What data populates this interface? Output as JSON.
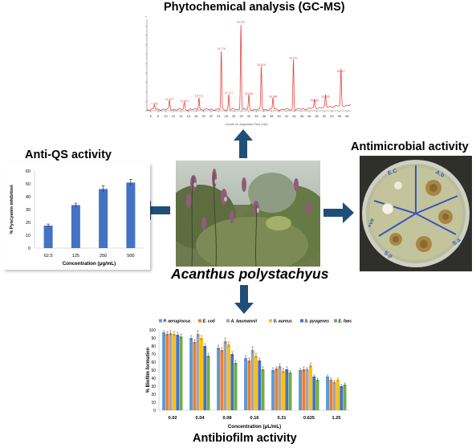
{
  "center": {
    "species_label": "Acanthus polystachyus"
  },
  "titles": {
    "top": "Phytochemical analysis (GC-MS)",
    "left": "Anti-QS activity",
    "right": "Antimicrobial activity",
    "bottom": "Antibiofilm activity"
  },
  "colors": {
    "arrow": "#1f4e79",
    "gcms_trace": "#e8433f"
  },
  "chart_data": [
    {
      "id": "gcms",
      "type": "line",
      "xlabel": "Counts vs. Acquisition Time (min)",
      "ylabel": "",
      "x_ticks": [
        "6",
        "8",
        "10",
        "12",
        "14",
        "16",
        "18",
        "20",
        "22",
        "24",
        "26",
        "28",
        "30",
        "32",
        "34",
        "36",
        "38",
        "40",
        "42",
        "44",
        "46",
        "48",
        "50",
        "52",
        "54",
        "56",
        "58"
      ],
      "xlim": [
        5,
        59
      ],
      "peaks": [
        {
          "x": 7.0,
          "y": 0.05,
          "label": "7.050"
        },
        {
          "x": 11.0,
          "y": 0.1,
          "label": "10.577"
        },
        {
          "x": 14.9,
          "y": 0.08,
          "label": "14.904"
        },
        {
          "x": 18.8,
          "y": 0.14,
          "label": "18.711"
        },
        {
          "x": 24.7,
          "y": 0.66,
          "label": "24.776"
        },
        {
          "x": 26.7,
          "y": 0.17,
          "label": "27.177"
        },
        {
          "x": 29.9,
          "y": 0.96,
          "label": "30.247"
        },
        {
          "x": 32.0,
          "y": 0.16,
          "label": "32.028"
        },
        {
          "x": 35.3,
          "y": 0.48,
          "label": "35.825"
        },
        {
          "x": 38.4,
          "y": 0.13,
          "label": "38.386"
        },
        {
          "x": 43.8,
          "y": 0.56,
          "label": "43.911"
        },
        {
          "x": 49.4,
          "y": 0.09,
          "label": "49.434"
        },
        {
          "x": 52.3,
          "y": 0.13,
          "label": "51.939"
        },
        {
          "x": 56.4,
          "y": 0.41,
          "label": "56.407"
        }
      ]
    },
    {
      "id": "anti_qs",
      "type": "bar",
      "categories": [
        "62.5",
        "125",
        "250",
        "500"
      ],
      "values": [
        17.5,
        33.5,
        46,
        51
      ],
      "errors": [
        1.2,
        1.5,
        2.5,
        2.5
      ],
      "ylim": [
        0,
        60
      ],
      "y_ticks": [
        "0",
        "10",
        "20",
        "30",
        "40",
        "50",
        "60"
      ],
      "xlabel": "Concentration (μg/mL)",
      "ylabel": "% Pyocyanin inhibition",
      "color": "#4472c4"
    },
    {
      "id": "antibiofilm",
      "type": "bar",
      "categories": [
        "0.02",
        "0.04",
        "0.08",
        "0.16",
        "0.31",
        "0.625",
        "1.25"
      ],
      "series": [
        {
          "name": "P. aeruginosa",
          "color": "#5b9bd5",
          "values": [
            97,
            90,
            78,
            65,
            50,
            50,
            42
          ],
          "errors": [
            2,
            3,
            3,
            3,
            3,
            2,
            2
          ]
        },
        {
          "name": "E. coli",
          "color": "#ed7d31",
          "values": [
            95,
            85,
            75,
            62,
            52,
            51,
            38
          ],
          "errors": [
            3,
            3,
            3,
            3,
            2,
            3,
            2
          ]
        },
        {
          "name": "A. baumannii",
          "color": "#a5a5a5",
          "values": [
            96,
            95,
            86,
            75,
            55,
            51,
            35
          ],
          "errors": [
            3,
            4,
            4,
            4,
            3,
            2,
            2
          ]
        },
        {
          "name": "S. aureus",
          "color": "#ffc000",
          "values": [
            95,
            90,
            82,
            68,
            49,
            56,
            38
          ],
          "errors": [
            3,
            3,
            3,
            3,
            3,
            3,
            2
          ]
        },
        {
          "name": "S. pyogenes",
          "color": "#4472c4",
          "values": [
            94,
            80,
            70,
            62,
            51,
            42,
            30
          ],
          "errors": [
            3,
            3,
            3,
            3,
            3,
            2,
            2
          ]
        },
        {
          "name": "E. faecalis",
          "color": "#70ad47",
          "values": [
            92,
            68,
            59,
            51,
            47,
            38,
            32
          ],
          "errors": [
            3,
            3,
            3,
            3,
            2,
            2,
            2
          ]
        }
      ],
      "ylim": [
        0,
        100
      ],
      "y_ticks": [
        "0",
        "10",
        "20",
        "30",
        "40",
        "50",
        "60",
        "70",
        "80",
        "90",
        "100"
      ],
      "xlabel": "Concentration (μL/mL)",
      "ylabel": "% Biofilm formation",
      "legend": "top"
    }
  ]
}
